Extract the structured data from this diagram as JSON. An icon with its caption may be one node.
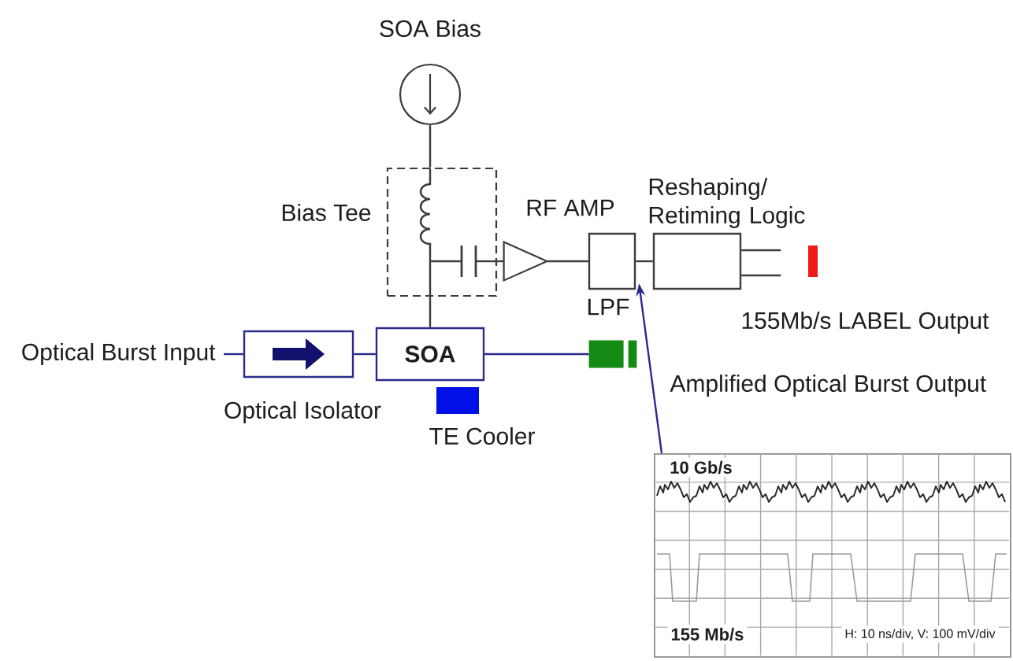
{
  "diagram": {
    "nodes": [
      {
        "text": [
          "SOA Bias"
        ]
      },
      {
        "text": [
          "Bias Tee"
        ]
      },
      {
        "text": [
          "RF AMP"
        ]
      },
      {
        "text": [
          "LPF"
        ]
      },
      {
        "text": [
          "Reshaping/ Retiming Logic"
        ]
      },
      {
        "text": [],
        "shape": "bar",
        "beside": [
          "155Mb/s LABEL Output"
        ]
      },
      {
        "text": [
          "Optical Burst Input"
        ]
      },
      {
        "text": [
          "Optical Isolator"
        ]
      },
      {
        "text": [
          "SOA"
        ]
      },
      {
        "text": [],
        "shape": "box",
        "beside": [
          "Amplified Optical Burst Output"
        ]
      },
      {
        "text": [
          "TE Cooler"
        ]
      },
      {
        "text": [
          "10 Gb/s",
          "155 Mb/s",
          "H: 10 ns/div, V: 100 mV/div"
        ]
      }
    ],
    "edges": [
      {
        "from": 0,
        "to": 1,
        "arrow": "none"
      },
      {
        "from": 1,
        "to": 8,
        "arrow": "none"
      },
      {
        "from": 1,
        "to": 2,
        "arrow": "none"
      },
      {
        "from": 2,
        "to": 3,
        "arrow": "none"
      },
      {
        "from": 3,
        "to": 4,
        "arrow": "none"
      },
      {
        "from": 4,
        "to": null,
        "arrow": "none"
      },
      {
        "from": 4,
        "to": null,
        "arrow": "none"
      },
      {
        "from": 6,
        "to": 7,
        "arrow": "none",
        "color": "#2a2a8c"
      },
      {
        "from": 7,
        "to": 8,
        "arrow": "none",
        "color": "#2a2a8c"
      },
      {
        "from": 8,
        "to": 9,
        "arrow": "none",
        "color": "#2a2a8c"
      },
      {
        "from": 11,
        "to": 3,
        "arrow": "to",
        "color": "#2a2a8c"
      }
    ]
  }
}
